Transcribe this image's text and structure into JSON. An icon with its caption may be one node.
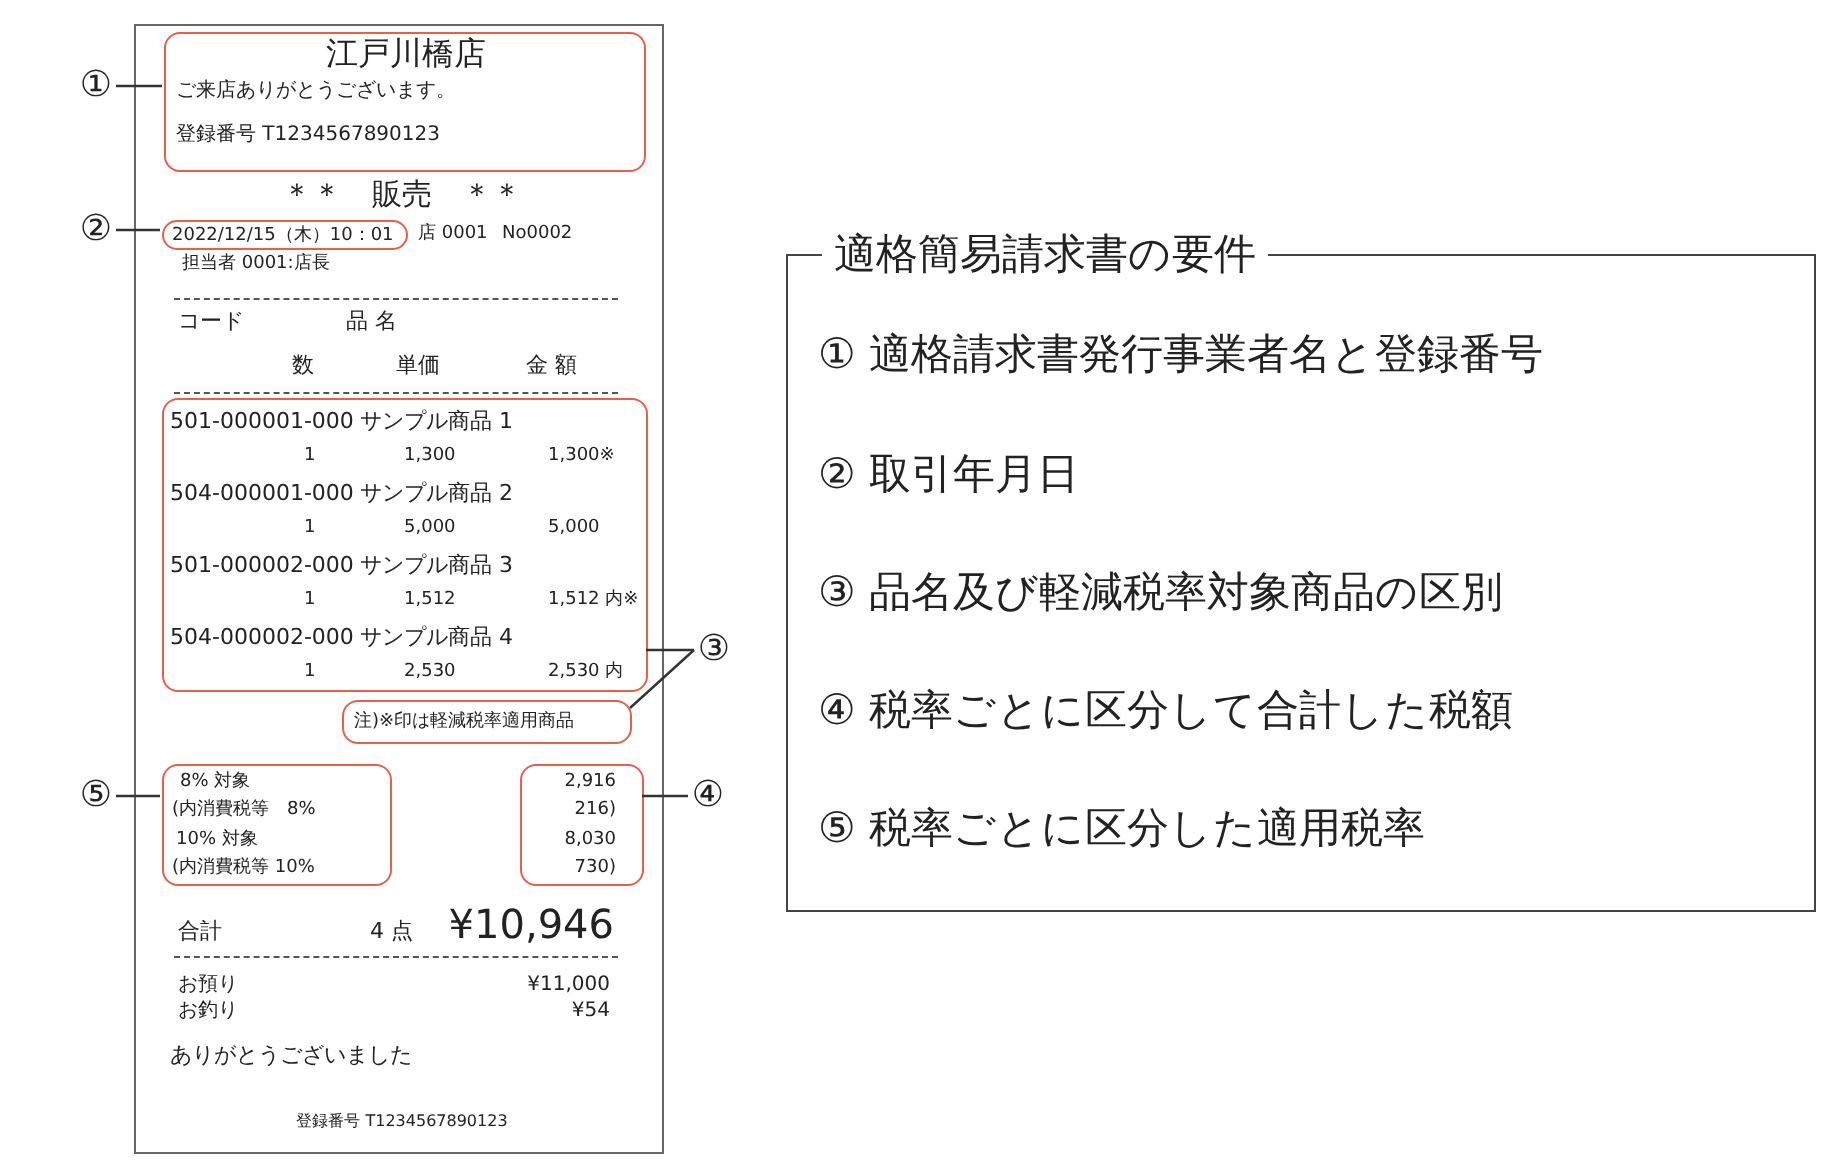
{
  "diagram": {
    "nodes": [
      {
        "text": [
          "＊＊　販売　＊＊",
          "店 0001",
          "No0002",
          "担当者 0001:店長",
          "コード",
          "品 名",
          "数",
          "単価",
          "金 額",
          "合計",
          "4 点",
          "¥10,946",
          "お預り",
          "¥11,000",
          "お釣り",
          "¥54",
          "ありがとうございました",
          "登録番号 T1234567890123"
        ]
      },
      {
        "text": [
          "①"
        ]
      },
      {
        "text": [
          "江戸川橋店",
          "ご来店ありがとうございます。",
          "登録番号 T1234567890123"
        ],
        "in": 0
      },
      {
        "text": [
          "②"
        ]
      },
      {
        "text": [
          "2022/12/15（木）10：01"
        ],
        "in": 0
      },
      {
        "text": [
          "501-000001-000",
          "サンプル商品 1",
          "1",
          "1,300",
          "1,300※",
          "504-000001-000",
          "サンプル商品 2",
          "1",
          "5,000",
          "5,000",
          "501-000002-000",
          "サンプル商品 3",
          "1",
          "1,512",
          "1,512 内※",
          "504-000002-000",
          "サンプル商品 4",
          "1",
          "2,530",
          "2,530 内"
        ],
        "in": 0
      },
      {
        "text": [
          "③"
        ]
      },
      {
        "text": [
          "注)※印は軽減税率適用商品"
        ],
        "in": 0
      },
      {
        "text": [
          "⑤"
        ]
      },
      {
        "text": [
          "8% 対象",
          "(内消費税等　8%",
          "10% 対象",
          "(内消費税等 10%"
        ],
        "in": 0
      },
      {
        "text": [
          "2,916",
          "216)",
          "8,030",
          "730)"
        ],
        "in": 0
      },
      {
        "text": [
          "④"
        ]
      },
      {
        "text": [
          "適格簡易請求書の要件",
          "① 適格請求書発行事業者名と登録番号",
          "② 取引年月日",
          "③ 品名及び軽減税率対象商品の区別",
          "④ 税率ごとに区分して合計した税額",
          "⑤ 税率ごとに区分した適用税率"
        ]
      }
    ],
    "edges": [
      {
        "from": 1,
        "to": 2,
        "arrow": "none"
      },
      {
        "from": 3,
        "to": 4,
        "arrow": "none"
      },
      {
        "from": 6,
        "to": 5,
        "arrow": "none"
      },
      {
        "from": 6,
        "to": 7,
        "arrow": "none"
      },
      {
        "from": 8,
        "to": 9,
        "arrow": "none"
      },
      {
        "from": 11,
        "to": 10,
        "arrow": "none"
      }
    ]
  }
}
